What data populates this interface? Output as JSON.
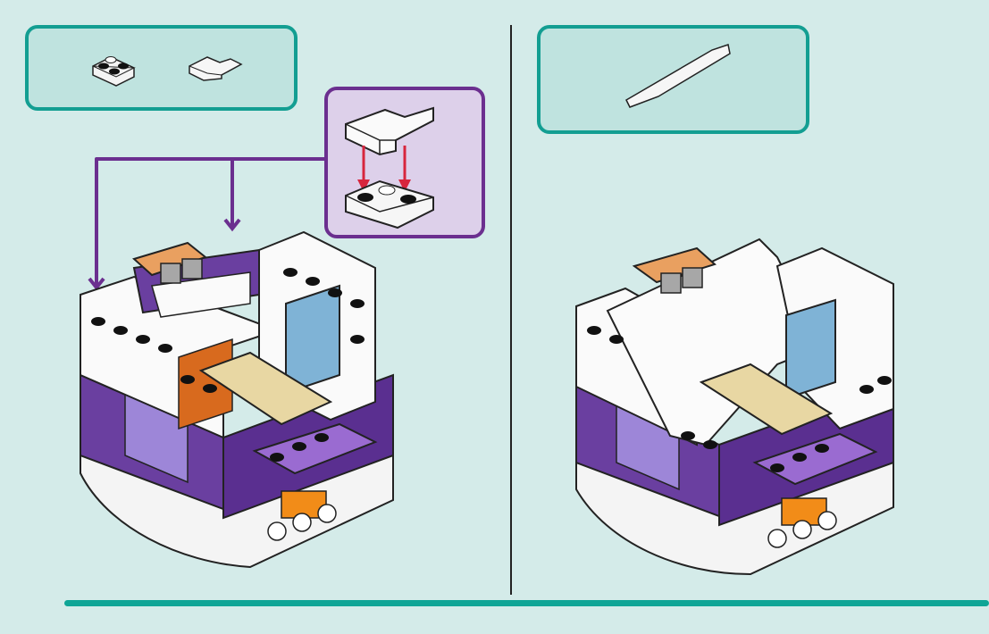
{
  "page": {
    "page_number": ""
  },
  "step_left": {
    "parts": [
      {
        "name": "plate-1x2x2-corner-white",
        "quantity": ""
      },
      {
        "name": "tile-2x2-corner-white",
        "quantity": ""
      }
    ],
    "subassembly": {
      "description_icons": [
        "corner-tile-icon",
        "corner-plate-icon",
        "down-arrow-icon"
      ]
    }
  },
  "step_right": {
    "parts": [
      {
        "name": "slope-curved-white",
        "quantity": ""
      }
    ]
  },
  "colors": {
    "background": "#d4ebe9",
    "parts_box_border": "#139e92",
    "subassembly_border": "#6b2f8f",
    "arrow": "#d7263d",
    "callout_line": "#6b2f8f",
    "brick_purple": "#6a3fa0",
    "brick_white": "#ffffff"
  }
}
